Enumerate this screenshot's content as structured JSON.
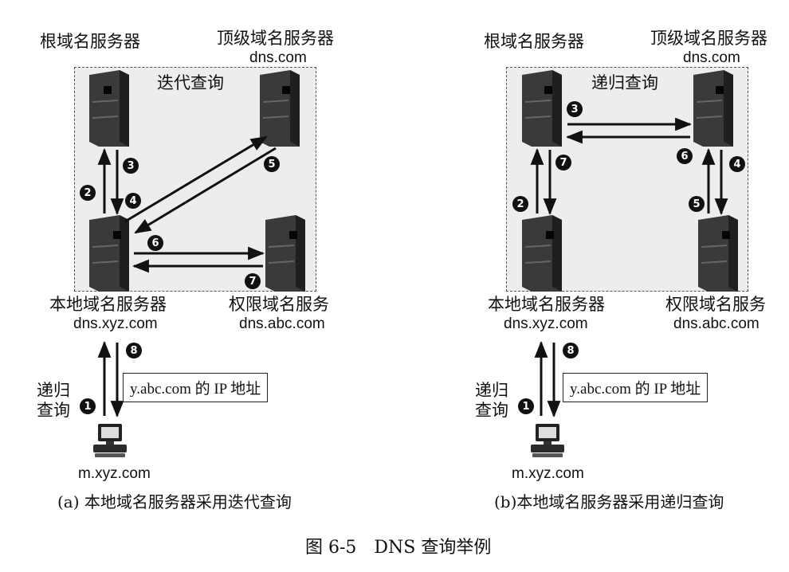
{
  "figure_title": "图 6-5　DNS 查询举例",
  "left": {
    "root_label": "根域名服务器",
    "tld_label": "顶级域名服务器",
    "tld_domain": "dns.com",
    "mode_label": "迭代查询",
    "local_label": "本地域名服务器",
    "local_domain": "dns.xyz.com",
    "auth_label": "权限域名服务",
    "auth_domain": "dns.abc.com",
    "answer_text": "y.abc.com 的 IP 地址",
    "client_query_line1": "递归",
    "client_query_line2": "查询",
    "host_label": "m.xyz.com",
    "caption": "(a) 本地域名服务器采用迭代查询"
  },
  "right": {
    "root_label": "根域名服务器",
    "tld_label": "顶级域名服务器",
    "tld_domain": "dns.com",
    "mode_label": "递归查询",
    "local_label": "本地域名服务器",
    "local_domain": "dns.xyz.com",
    "auth_label": "权限域名服务",
    "auth_domain": "dns.abc.com",
    "answer_text": "y.abc.com 的 IP 地址",
    "client_query_line1": "递归",
    "client_query_line2": "查询",
    "host_label": "m.xyz.com",
    "caption": "(b)本地域名服务器采用递归查询"
  },
  "steps": [
    "1",
    "2",
    "3",
    "4",
    "5",
    "6",
    "7",
    "8"
  ],
  "colors": {
    "box_fill": "#ededed",
    "server_dark": "#2b2b2b",
    "arrow": "#111111"
  }
}
